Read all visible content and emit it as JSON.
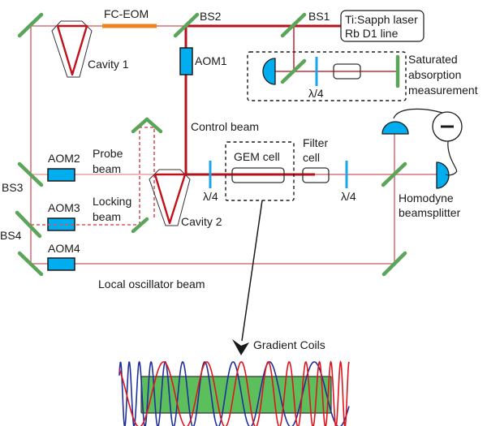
{
  "title": "GEM quantum memory optical setup",
  "labels": {
    "laser_line1": "Ti:Sapph laser",
    "laser_line2": "Rb D1 line",
    "bs1": "BS1",
    "bs2": "BS2",
    "bs3": "BS3",
    "bs4": "BS4",
    "fc_eom": "FC-EOM",
    "cavity1": "Cavity 1",
    "cavity2": "Cavity 2",
    "aom1": "AOM1",
    "aom2": "AOM2",
    "aom3": "AOM3",
    "aom4": "AOM4",
    "sat_abs_line1": "Saturated",
    "sat_abs_line2": "absorption",
    "sat_abs_line3": "measurement",
    "qwp_sat": "λ/4",
    "qwp_1": "λ/4",
    "qwp_2": "λ/4",
    "control_beam": "Control beam",
    "probe_line1": "Probe",
    "probe_line2": "beam",
    "locking_line1": "Locking",
    "locking_line2": "beam",
    "gem_cell": "GEM cell",
    "filter_line1": "Filter",
    "filter_line2": "cell",
    "homodyne_line1": "Homodyne",
    "homodyne_line2": "beamsplitter",
    "local_oscillator": "Local oscillator beam",
    "gradient_coils": "Gradient Coils",
    "subtractor_symbol": "−"
  },
  "colors": {
    "strong_beam": "#b5121b",
    "weak_beam": "#d9737c",
    "mirror": "#5aa55a",
    "aom": "#00aeef",
    "fc_eom": "#f0821e",
    "coil_red": "#e0141e",
    "coil_blue": "#1f2f9c",
    "gem_cell_fill": "#5cbf5c"
  }
}
